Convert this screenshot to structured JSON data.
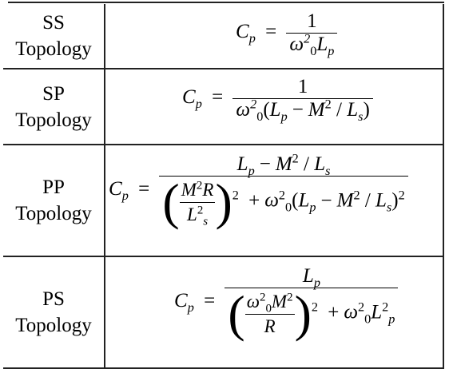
{
  "rows": [
    {
      "label_line1": "SS",
      "label_line2": "Topology"
    },
    {
      "label_line1": "SP",
      "label_line2": "Topology"
    },
    {
      "label_line1": "PP",
      "label_line2": "Topology"
    },
    {
      "label_line1": "PS",
      "label_line2": "Topology"
    }
  ],
  "equations": {
    "lhs": "C",
    "lhs_sub": "p",
    "equals": "=",
    "one": "1",
    "omega": "ω",
    "omega_sub": "0",
    "square": "2",
    "L": "L",
    "p": "p",
    "s": "s",
    "M": "M",
    "R": "R",
    "minus": "−",
    "plus": "+",
    "slash": "/",
    "lparen": "(",
    "rparen": ")"
  }
}
